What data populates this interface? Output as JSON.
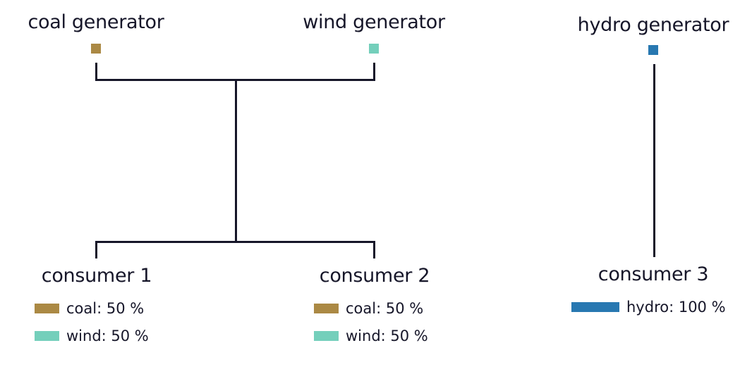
{
  "colors": {
    "coal": "#ab8944",
    "wind": "#74cfbb",
    "hydro": "#2878b1",
    "line": "#161629"
  },
  "generators": [
    {
      "id": "coal",
      "label": "coal generator"
    },
    {
      "id": "wind",
      "label": "wind generator"
    },
    {
      "id": "hydro",
      "label": "hydro generator"
    }
  ],
  "consumers": [
    {
      "label": "consumer 1",
      "mix": [
        {
          "source": "coal",
          "text": "coal: 50 %"
        },
        {
          "source": "wind",
          "text": "wind: 50 %"
        }
      ]
    },
    {
      "label": "consumer 2",
      "mix": [
        {
          "source": "coal",
          "text": "coal: 50 %"
        },
        {
          "source": "wind",
          "text": "wind: 50 %"
        }
      ]
    },
    {
      "label": "consumer 3",
      "mix": [
        {
          "source": "hydro",
          "text": "hydro: 100 %"
        }
      ]
    }
  ]
}
